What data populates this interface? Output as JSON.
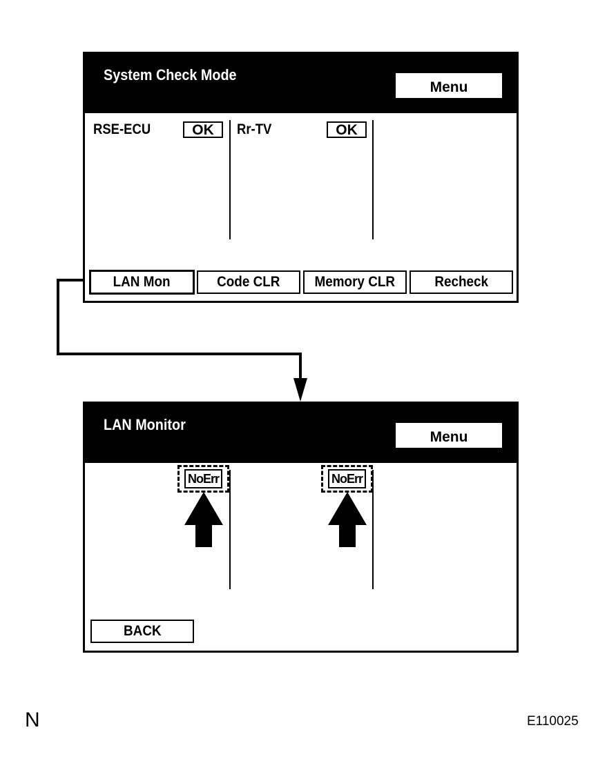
{
  "system_check": {
    "title": "System Check Mode",
    "menu_label": "Menu",
    "devices": [
      {
        "name": "RSE-ECU",
        "status": "OK"
      },
      {
        "name": "Rr-TV",
        "status": "OK"
      }
    ],
    "buttons": [
      "LAN Mon",
      "Code CLR",
      "Memory CLR",
      "Recheck"
    ],
    "selected_button": "LAN Mon"
  },
  "lan_monitor": {
    "title": "LAN Monitor",
    "menu_label": "Menu",
    "statuses": [
      "NoErr",
      "NoErr"
    ],
    "back_label": "BACK"
  },
  "footer": {
    "left_mark": "N",
    "figure_code": "E110025"
  }
}
